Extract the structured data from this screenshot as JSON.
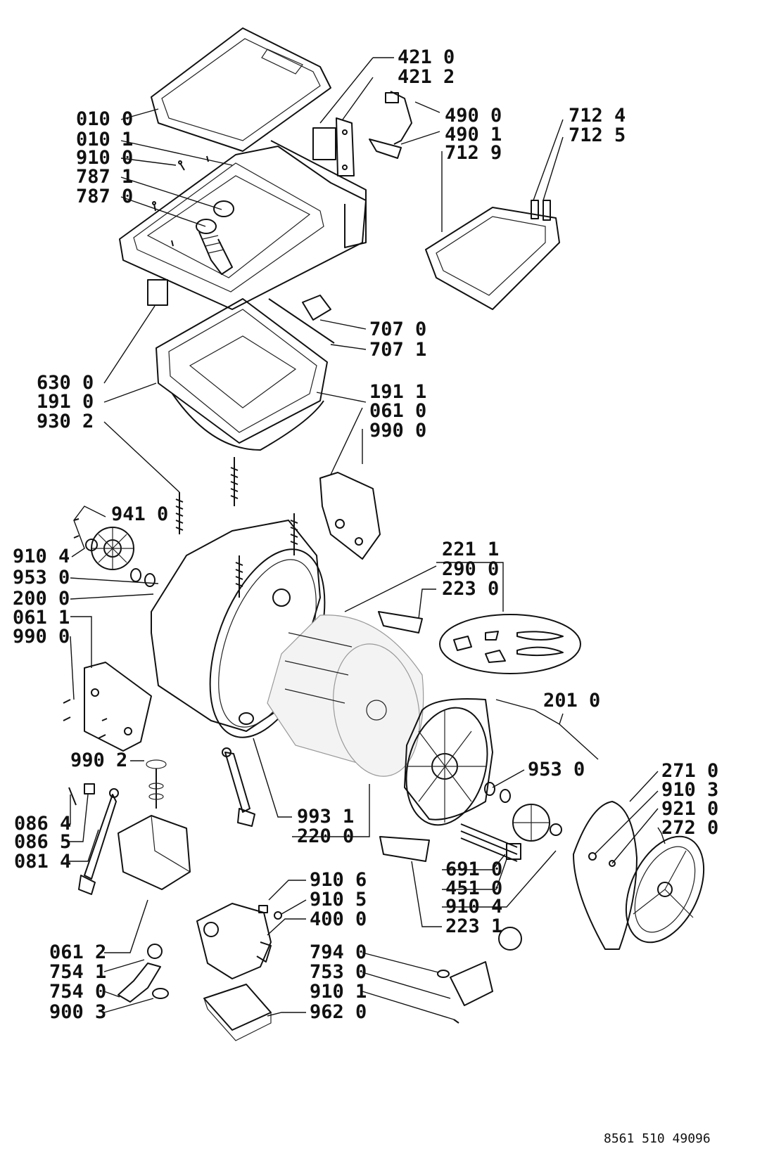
{
  "labels": {
    "l4210": "421 0",
    "l4212": "421 2",
    "l0100": "010 0",
    "l0101": "010 1",
    "l9100": "910 0",
    "l7871": "787 1",
    "l7870": "787 0",
    "l4900": "490 0",
    "l4901": "490 1",
    "l7129": "712 9",
    "l7124": "712 4",
    "l7125": "712 5",
    "l7070": "707 0",
    "l7071": "707 1",
    "l6300": "630 0",
    "l1910": "191 0",
    "l9302": "930 2",
    "l1911": "191 1",
    "l0610": "061 0",
    "l9900a": "990 0",
    "l9410": "941 0",
    "l9104a": "910 4",
    "l9530a": "953 0",
    "l2000": "200 0",
    "l0611": "061 1",
    "l9900b": "990 0",
    "l2211": "221 1",
    "l2900": "290 0",
    "l2230": "223 0",
    "l2010": "201 0",
    "l9902": "990 2",
    "l9530b": "953 0",
    "l2710": "271 0",
    "l9103": "910 3",
    "l9210": "921 0",
    "l2720": "272 0",
    "l0864": "086 4",
    "l0865": "086 5",
    "l0814": "081 4",
    "l9931": "993 1",
    "l2200": "220 0",
    "l6910": "691 0",
    "l4510": "451 0",
    "l9104b": "910 4",
    "l2231": "223 1",
    "l9106": "910 6",
    "l9105": "910 5",
    "l4000": "400 0",
    "l0612": "061 2",
    "l7541": "754 1",
    "l7540": "754 0",
    "l9003": "900 3",
    "l7940": "794 0",
    "l7530": "753 0",
    "l9101": "910 1",
    "l9620": "962 0"
  },
  "footer": {
    "code": "8561 510 49096"
  }
}
